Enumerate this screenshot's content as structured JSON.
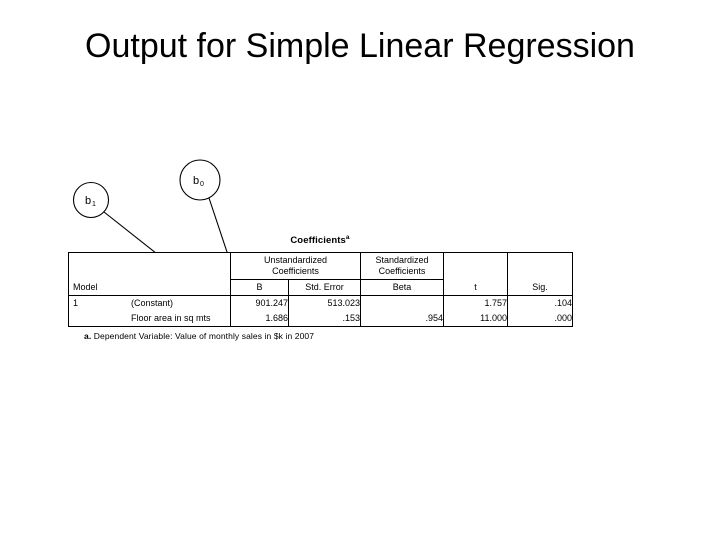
{
  "slide": {
    "title": "Output for Simple Linear Regression",
    "background_color": "#ffffff",
    "text_color": "#000000"
  },
  "annotations": [
    {
      "name": "b1",
      "label_base": "b",
      "label_sub": "1",
      "points_to": "1.686",
      "description": "Circle labeled b-one with arrow pointing to the slope coefficient"
    },
    {
      "name": "b0",
      "label_base": "b",
      "label_sub": "0",
      "points_to": "901.247",
      "description": "Circle labeled b-zero with arrow pointing to the constant coefficient"
    }
  ],
  "spss_output": {
    "caption": "Coefficients",
    "caption_superscript": "a",
    "footnote_marker": "a.",
    "footnote_text": "Dependent Variable: Value of monthly sales in $k in 2007",
    "header_groups": {
      "model": "Model",
      "unstandardized": "Unstandardized Coefficients",
      "unstandardized_line1": "Unstandardized",
      "unstandardized_line2": "Coefficients",
      "standardized": "Standardized Coefficients",
      "standardized_line1": "Standardized",
      "standardized_line2": "Coefficients"
    },
    "columns": [
      "Model",
      "B",
      "Std. Error",
      "Beta",
      "t",
      "Sig."
    ],
    "col_b": "B",
    "col_std_error": "Std. Error",
    "col_beta": "Beta",
    "col_t": "t",
    "col_sig": "Sig.",
    "rows": [
      {
        "model_number": "1",
        "predictor": "(Constant)",
        "b": "901.247",
        "std_error": "513.023",
        "beta": "",
        "t": "1.757",
        "sig": ".104"
      },
      {
        "model_number": "",
        "predictor": "Floor area in sq mts",
        "b": "1.686",
        "std_error": ".153",
        "beta": ".954",
        "t": "11.000",
        "sig": ".000"
      }
    ]
  }
}
